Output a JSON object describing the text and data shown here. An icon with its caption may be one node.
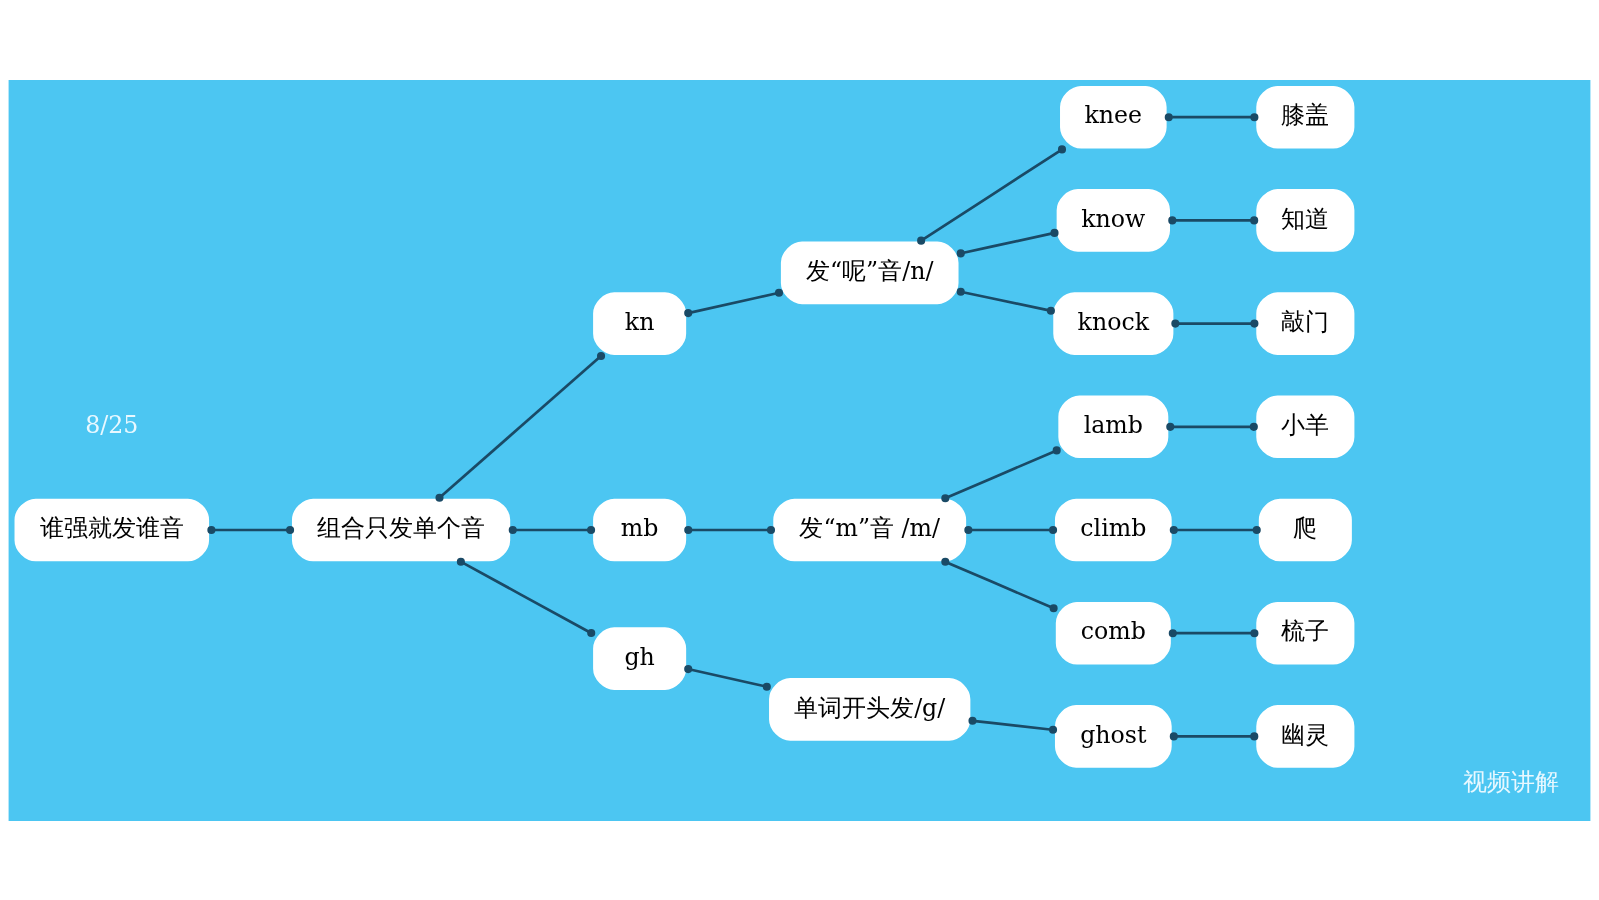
{
  "diagram": {
    "nodes": [
      {
        "text": [
          "谁强就发谁音"
        ]
      },
      {
        "text": [
          "组合只发单个音"
        ]
      },
      {
        "text": [
          "kn"
        ]
      },
      {
        "text": [
          "mb"
        ]
      },
      {
        "text": [
          "gh"
        ]
      },
      {
        "text": [
          "发“呢”音/n/"
        ]
      },
      {
        "text": [
          "发“m”音 /m/"
        ]
      },
      {
        "text": [
          "单词开头发/g/"
        ]
      },
      {
        "text": [
          "knee"
        ]
      },
      {
        "text": [
          "know"
        ]
      },
      {
        "text": [
          "knock"
        ]
      },
      {
        "text": [
          "lamb"
        ]
      },
      {
        "text": [
          "climb"
        ]
      },
      {
        "text": [
          "comb"
        ]
      },
      {
        "text": [
          "ghost"
        ]
      },
      {
        "text": [
          "膝盖"
        ]
      },
      {
        "text": [
          "知道"
        ]
      },
      {
        "text": [
          "敲门"
        ]
      },
      {
        "text": [
          "小羊"
        ]
      },
      {
        "text": [
          "爬"
        ]
      },
      {
        "text": [
          "梳子"
        ]
      },
      {
        "text": [
          "幽灵"
        ]
      }
    ],
    "edges": [
      {
        "from": 0,
        "to": 1,
        "arrow": "other"
      },
      {
        "from": 1,
        "to": 2,
        "arrow": "other"
      },
      {
        "from": 1,
        "to": 3,
        "arrow": "other"
      },
      {
        "from": 1,
        "to": 4,
        "arrow": "other"
      },
      {
        "from": 2,
        "to": 5,
        "arrow": "other"
      },
      {
        "from": 3,
        "to": 6,
        "arrow": "other"
      },
      {
        "from": 4,
        "to": 7,
        "arrow": "other"
      },
      {
        "from": 5,
        "to": 8,
        "arrow": "other"
      },
      {
        "from": 5,
        "to": 9,
        "arrow": "other"
      },
      {
        "from": 5,
        "to": 10,
        "arrow": "other"
      },
      {
        "from": 6,
        "to": 11,
        "arrow": "other"
      },
      {
        "from": 6,
        "to": 12,
        "arrow": "other"
      },
      {
        "from": 6,
        "to": 13,
        "arrow": "other"
      },
      {
        "from": 7,
        "to": 14,
        "arrow": "other"
      },
      {
        "from": 8,
        "to": 15,
        "arrow": "other"
      },
      {
        "from": 9,
        "to": 16,
        "arrow": "other"
      },
      {
        "from": 10,
        "to": 17,
        "arrow": "other"
      },
      {
        "from": 11,
        "to": 18,
        "arrow": "other"
      },
      {
        "from": 12,
        "to": 19,
        "arrow": "other"
      },
      {
        "from": 13,
        "to": 20,
        "arrow": "other"
      },
      {
        "from": 14,
        "to": 21,
        "arrow": "other"
      }
    ],
    "labels": [
      "8/25",
      "视频讲解"
    ]
  }
}
